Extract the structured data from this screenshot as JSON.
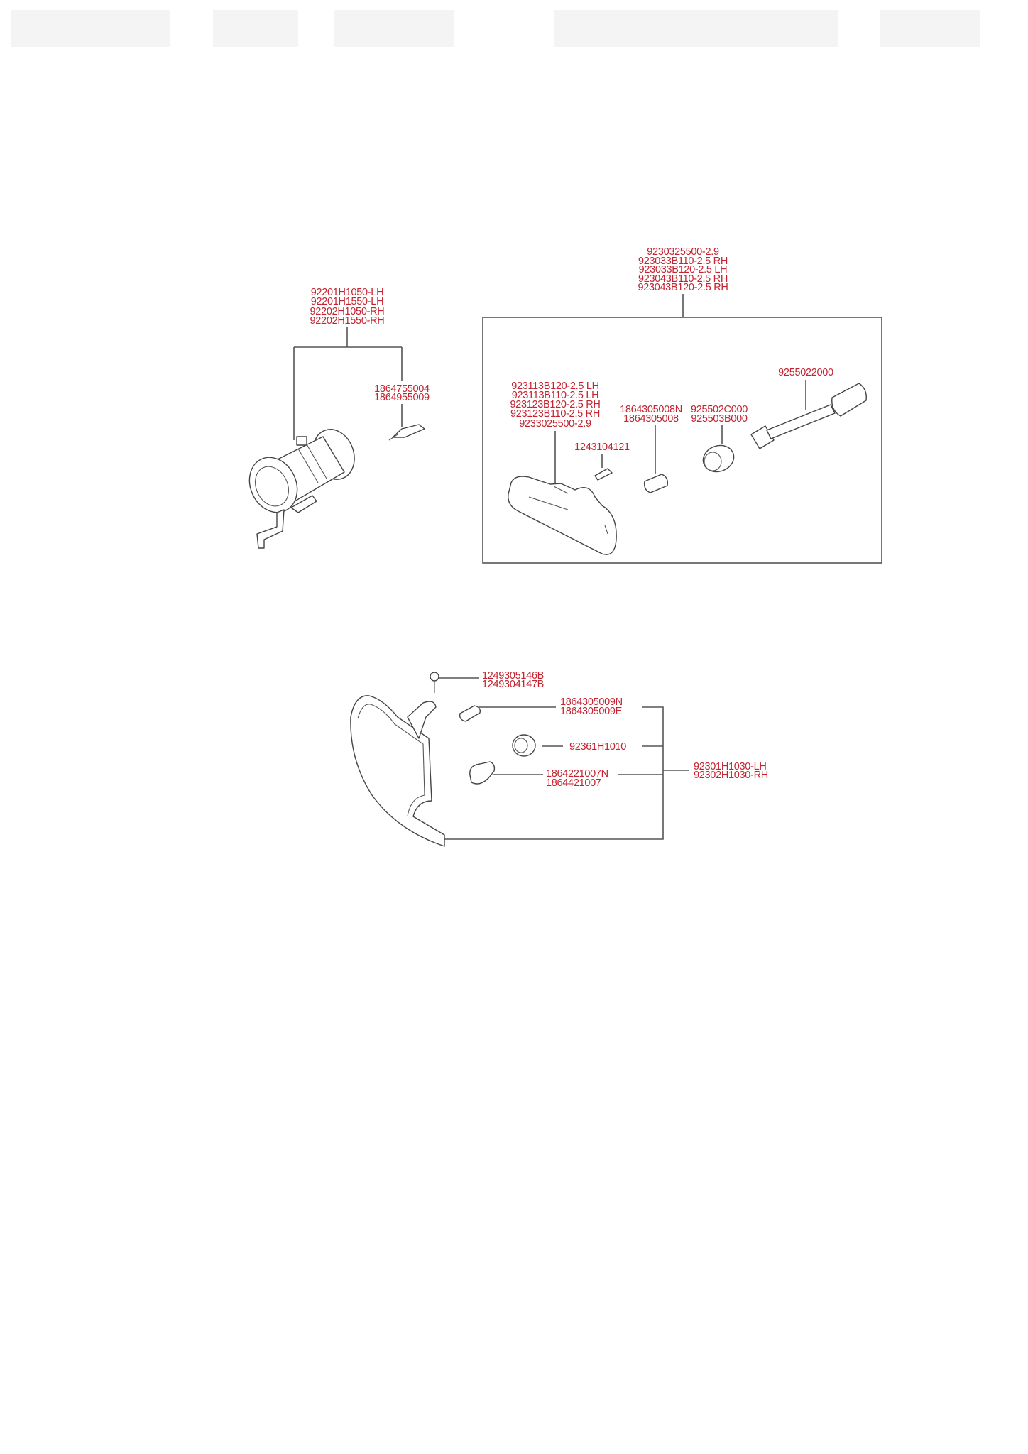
{
  "colors": {
    "label": "#c42330",
    "line": "#555555",
    "background": "#ffffff"
  },
  "fog_lamp": {
    "assembly_parts": [
      "92201H1050-LH",
      "92201H1550-LH",
      "92202H1050-RH",
      "92202H1550-RH"
    ],
    "bulb_parts": [
      "1864755004",
      "1864955009"
    ]
  },
  "side_repeater": {
    "assembly_parts": [
      "9230325500-2.9",
      "923033B110-2.5 RH",
      "923033B120-2.5 LH",
      "923043B110-2.5 RH",
      "923043B120-2.5 RH"
    ],
    "lens_parts": [
      "923113B120-2.5 LH",
      "923113B110-2.5 LH",
      "923123B120-2.5 RH",
      "923123B110-2.5 RH",
      "9233025500-2.9"
    ],
    "clip_part": "1243104121",
    "bulb_parts": [
      "1864305008N",
      "1864305008"
    ],
    "socket_parts": [
      "925502C000",
      "925503B000"
    ],
    "wiring_part": "9255022000"
  },
  "corner_lamp": {
    "screw_parts": [
      "1249305146B",
      "1249304147B"
    ],
    "small_bulb_parts": [
      "1864305009N",
      "1864305009E"
    ],
    "socket_part": "92361H1010",
    "bulb_parts": [
      "1864221007N",
      "1864421007"
    ],
    "assembly_parts": [
      "92301H1030-LH",
      "92302H1030-RH"
    ]
  }
}
